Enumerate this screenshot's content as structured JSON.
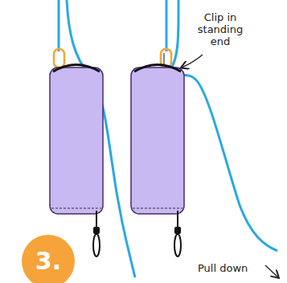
{
  "diagram": {
    "nodes": [
      {
        "text": [
          "3."
        ]
      }
    ],
    "labels": [
      "Clip in standing end",
      "Pull down"
    ]
  }
}
